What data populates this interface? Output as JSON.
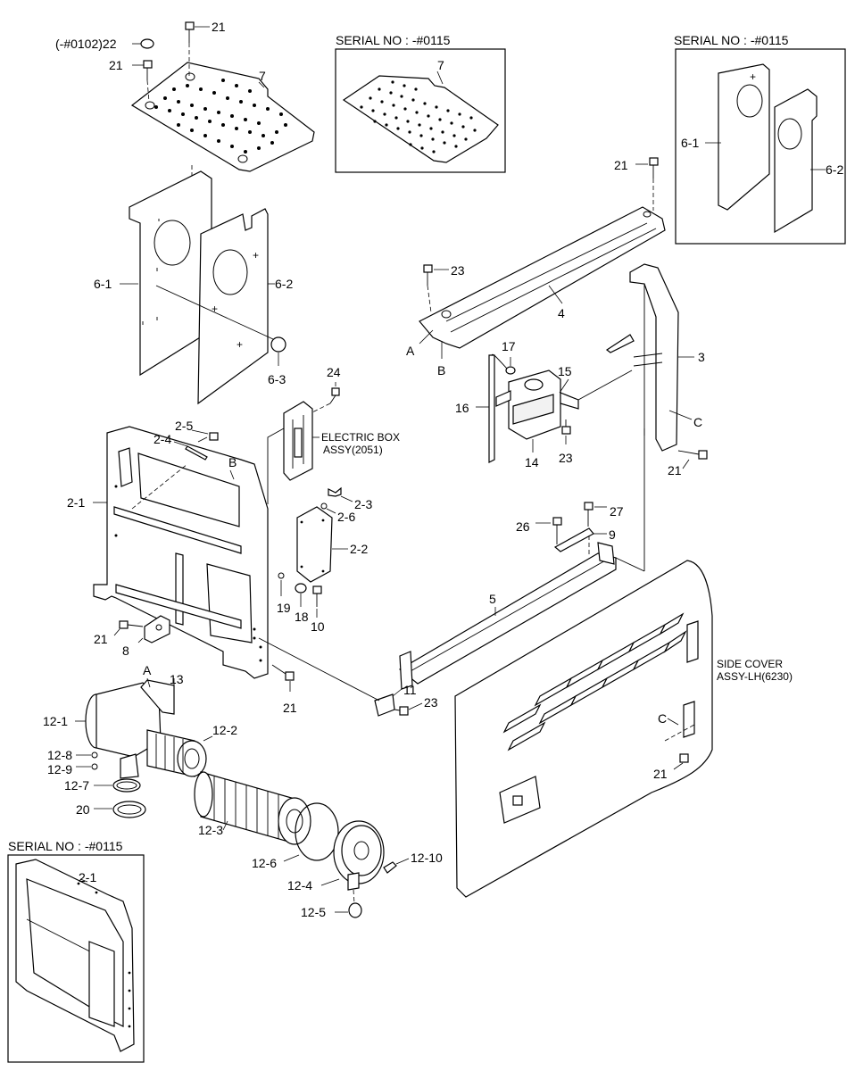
{
  "boxes": {
    "box1_title": "SERIAL NO : -#0115",
    "box2_title": "SERIAL NO : -#0115",
    "box3_title": "SERIAL NO : -#0115"
  },
  "labels": {
    "p7": "7",
    "p7_box": "7",
    "p21_top": "21",
    "p21_left": "21",
    "p22": "(-#0102)22",
    "p6_1": "6-1",
    "p6_2": "6-2",
    "p6_3": "6-3",
    "p6_1_box": "6-1",
    "p6_2_box": "6-2",
    "p21_right": "21",
    "p23_upper": "23",
    "p4": "4",
    "pA": "A",
    "pB": "B",
    "p3": "3",
    "pC": "C",
    "p21_r2": "21",
    "p17": "17",
    "p15": "15",
    "p16": "16",
    "p14": "14",
    "p23_tank": "23",
    "p24": "24",
    "electric_box_1": "ELECTRIC BOX",
    "electric_box_2": "ASSY(2051)",
    "p2_5": "2-5",
    "p2_4": "2-4",
    "pB2": "B",
    "p2_1": "2-1",
    "p2_3": "2-3",
    "p2_6": "2-6",
    "p2_2": "2-2",
    "p26": "26",
    "p27": "27",
    "p9": "9",
    "p5": "5",
    "p19": "19",
    "p18": "18",
    "p10": "10",
    "p21_b1": "21",
    "p8": "8",
    "pA2": "A",
    "p13": "13",
    "p12_1": "12-1",
    "p12_2": "12-2",
    "p12_8": "12-8",
    "p12_9": "12-9",
    "p12_7": "12-7",
    "p20": "20",
    "p12_3": "12-3",
    "p12_6": "12-6",
    "p12_4": "12-4",
    "p12_5": "12-5",
    "p12_10": "12-10",
    "p21_b2": "21",
    "p11": "11",
    "p23_low": "23",
    "side_cover_1": "SIDE COVER",
    "side_cover_2": "ASSY-LH(6230)",
    "pC2": "C",
    "p21_side": "21",
    "p2_1_box": "2-1"
  }
}
